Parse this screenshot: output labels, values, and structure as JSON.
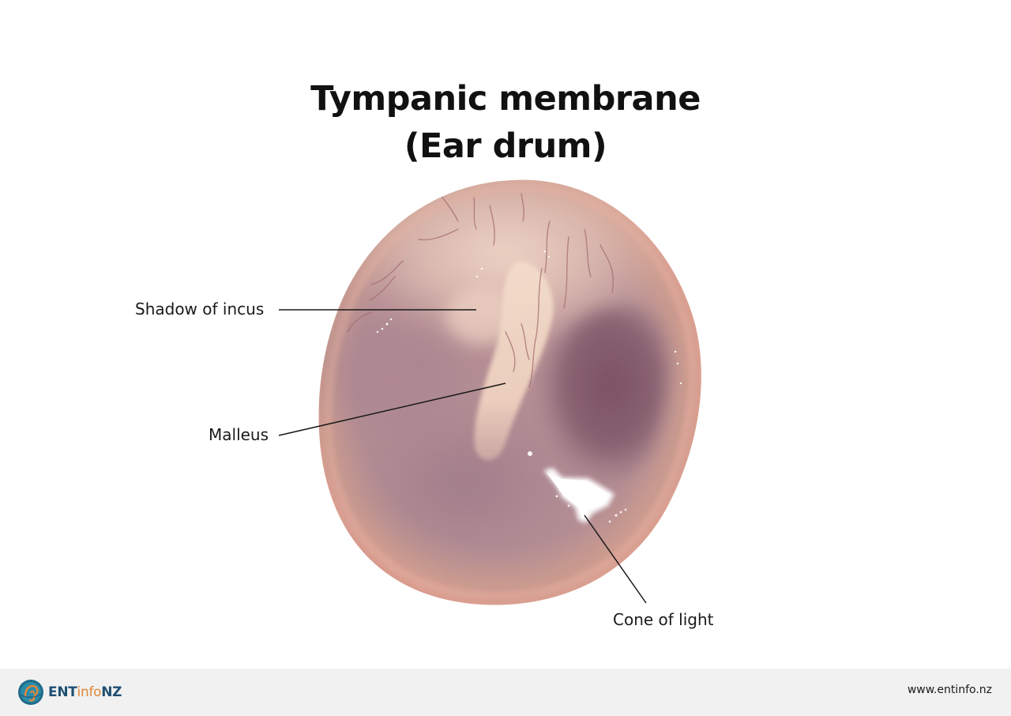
{
  "title": {
    "line1": "Tympanic membrane",
    "line2": "(Ear drum)"
  },
  "labels": {
    "incus": "Shadow of incus",
    "malleus": "Malleus",
    "cone": "Cone of light"
  },
  "footer": {
    "logo_ent": "ENT",
    "logo_info": "info",
    "logo_nz": "NZ",
    "url": "www.entinfo.nz"
  },
  "colors": {
    "membrane_rim": "#d59a8e",
    "membrane_body": "#b58f93",
    "membrane_dark": "#825a69",
    "malleus": "#f2d7c4",
    "brand_blue": "#1f4f73",
    "brand_orange": "#e2873a",
    "footer_bg": "#f1f1f1"
  }
}
